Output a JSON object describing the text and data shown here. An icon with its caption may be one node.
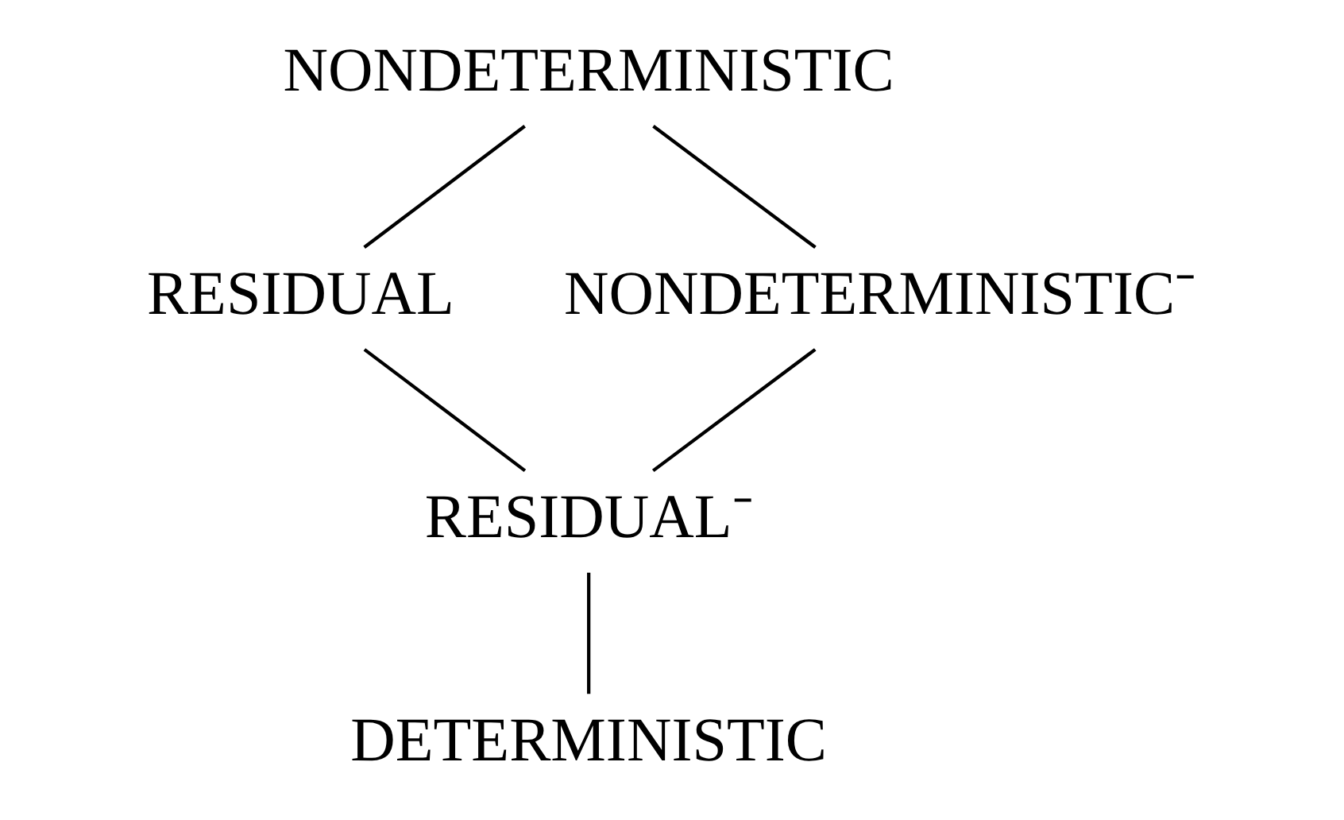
{
  "diagram": {
    "nodes": [
      {
        "text": [
          "NONDETERMINISTIC"
        ]
      },
      {
        "text": [
          "RESIDUAL"
        ]
      },
      {
        "text": [
          "NONDETERMINISTIC⁻"
        ]
      },
      {
        "text": [
          "RESIDUAL⁻"
        ]
      },
      {
        "text": [
          "DETERMINISTIC"
        ]
      }
    ],
    "edges": [
      {
        "from": 0,
        "to": 1,
        "arrow": "none"
      },
      {
        "from": 0,
        "to": 2,
        "arrow": "none"
      },
      {
        "from": 1,
        "to": 3,
        "arrow": "none"
      },
      {
        "from": 2,
        "to": 3,
        "arrow": "none"
      },
      {
        "from": 3,
        "to": 4,
        "arrow": "none"
      }
    ]
  }
}
